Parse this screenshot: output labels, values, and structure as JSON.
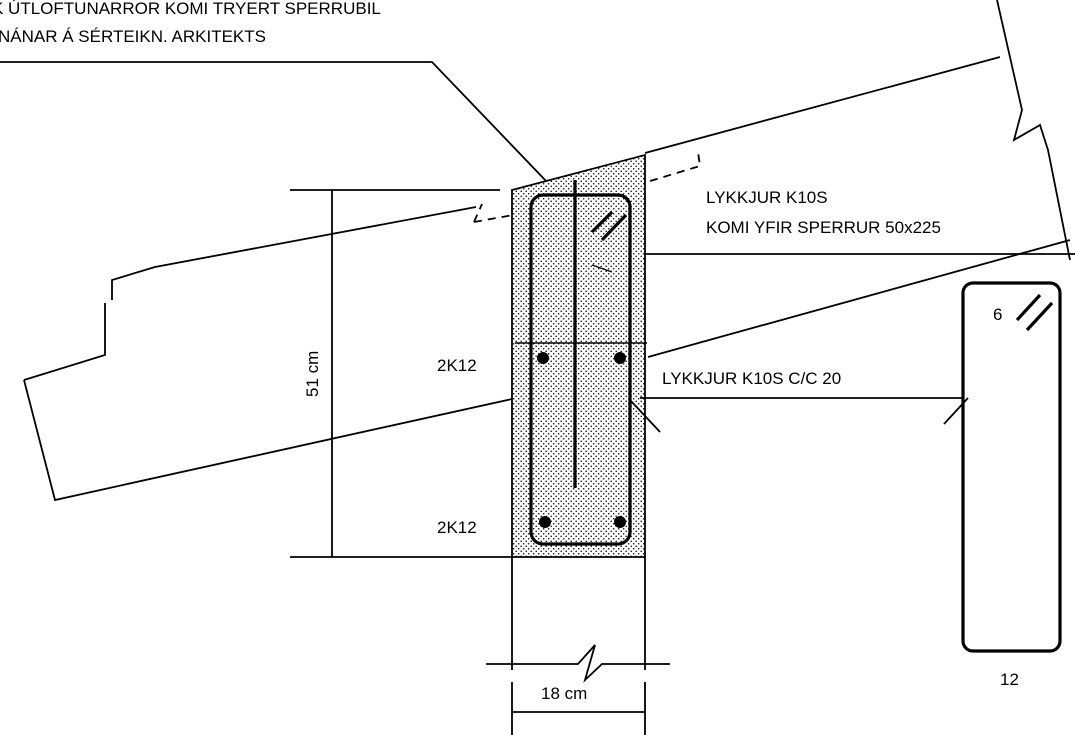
{
  "notes": {
    "line1": "K ÚTLOFTUNARROR KOMI TRYERT SPERRUBIL",
    "line2": "NÁNAR Á SÉRTEIKN. ARKITEKTS"
  },
  "labels": {
    "stirrup_top_line1": "LYKKJUR K10S",
    "stirrup_top_line2": "KOMI YFIR SPERRUR 50x225",
    "stirrup_spacing": "LYKKJUR K10S C/C 20",
    "rebar_upper": "2K12",
    "rebar_lower": "2K12",
    "height_dim": "51 cm",
    "width_dim": "18 cm",
    "detail_hook": "6",
    "detail_width": "12"
  }
}
